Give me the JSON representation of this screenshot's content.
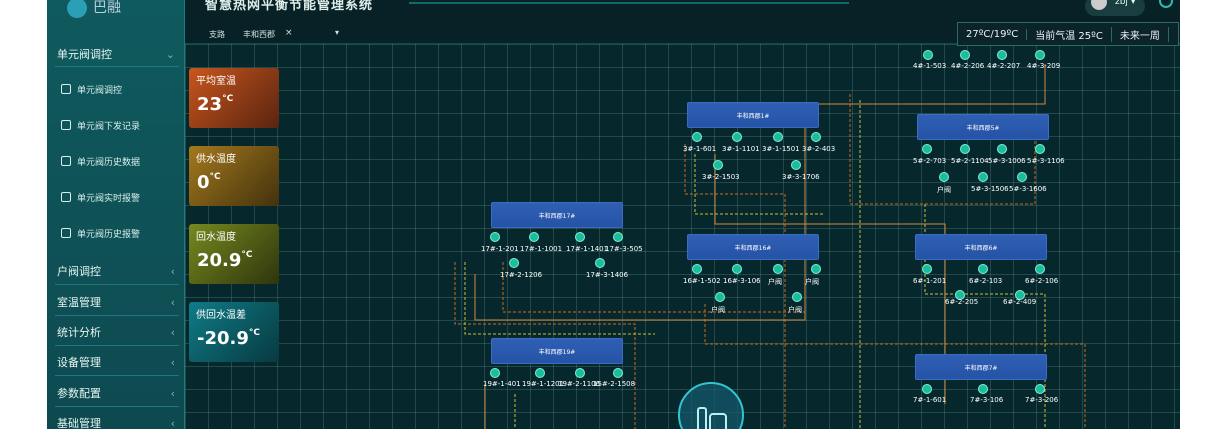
{
  "app": {
    "title": "智慧热网平衡节能管理系统"
  },
  "topbar": {
    "branch_label": "支路",
    "branch_value": "丰和西郡",
    "branch_close": "×",
    "branch_caret": "▾",
    "user": "zbj",
    "user_caret": "▾"
  },
  "weather": {
    "temp_range": "27ºC/19ºC",
    "current": "当前气温 25ºC",
    "forecast": "未来一周"
  },
  "sidebar": {
    "menu_open": "单元阀调控",
    "sub_items": [
      "单元阀调控",
      "单元阀下发记录",
      "单元阀历史数据",
      "单元阀实时报警",
      "单元阀历史报警"
    ],
    "menus": [
      "户阀调控",
      "室温管理",
      "统计分析",
      "设备管理",
      "参数配置",
      "基础管理"
    ],
    "chevron_open": "⌄",
    "chevron": "‹"
  },
  "cards": [
    {
      "label": "平均室温",
      "value": "23",
      "unit": "°C",
      "color": "#c8561d"
    },
    {
      "label": "供水温度",
      "value": "0",
      "unit": "°C",
      "color": "#a4791e"
    },
    {
      "label": "回水温度",
      "value": "20.9",
      "unit": "°C",
      "color": "#76891f"
    },
    {
      "label": "供回水温差",
      "value": "-20.9",
      "unit": "°C",
      "color": "#0f7b87"
    }
  ],
  "stations": [
    "丰和西郡1#",
    "丰和西郡5#",
    "丰和西郡17#",
    "丰和西郡16#",
    "丰和西郡6#",
    "丰和西郡19#",
    "丰和西郡7#"
  ],
  "valve_labels": {
    "top": [
      "4#-1-503",
      "4#-2-206",
      "4#-2-207",
      "4#-3-209"
    ],
    "s1": [
      "3#-1-601",
      "3#-1-1101",
      "3#-1-1501",
      "3#-2-403",
      "3#-2-1503",
      "3#-3-1706"
    ],
    "s5": [
      "5#-2-703",
      "5#-2-1104",
      "5#-3-1006",
      "5#-3-1106",
      "户阀",
      "5#-3-1506",
      "5#-3-1606"
    ],
    "s17": [
      "17#-1-201",
      "17#-1-1001",
      "17#-1-1401",
      "17#-3-505",
      "17#-2-1206",
      "17#-3-1406"
    ],
    "s16": [
      "16#-1-502",
      "16#-3-106",
      "户阀",
      "户阀",
      "户阀",
      "户阀"
    ],
    "s6": [
      "6#-1-201",
      "6#-2-103",
      "6#-2-106",
      "6#-2-205",
      "6#-2-409"
    ],
    "s19": [
      "19#-1-401",
      "19#-1-1201",
      "19#-2-1106",
      "15#-2-1508"
    ],
    "s7": [
      "7#-1-601",
      "7#-3-106",
      "7#-3-206"
    ]
  }
}
